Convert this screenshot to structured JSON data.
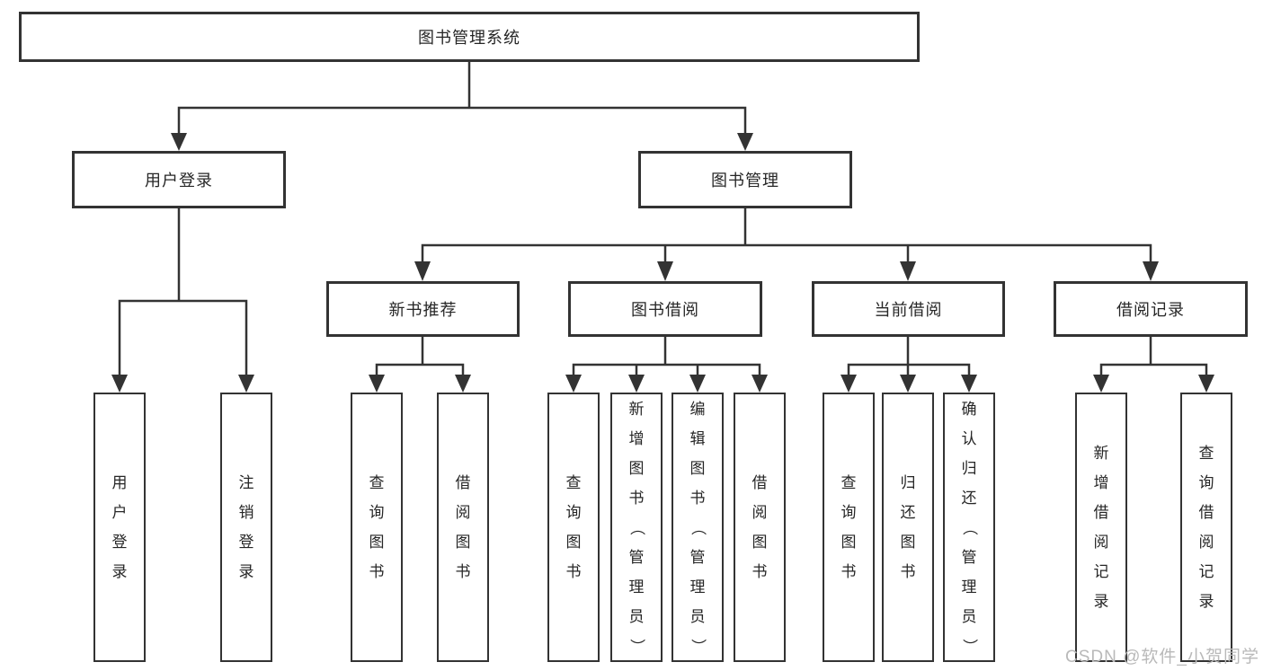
{
  "diagram": {
    "title": "图书管理系统",
    "type": "tree",
    "root": {
      "label": "图书管理系统"
    },
    "level2": [
      {
        "label": "用户登录"
      },
      {
        "label": "图书管理"
      }
    ],
    "level3": [
      {
        "label": "新书推荐",
        "parent": "图书管理"
      },
      {
        "label": "图书借阅",
        "parent": "图书管理"
      },
      {
        "label": "当前借阅",
        "parent": "图书管理"
      },
      {
        "label": "借阅记录",
        "parent": "图书管理"
      }
    ],
    "leaves": [
      {
        "label": "用户登录",
        "parent": "用户登录"
      },
      {
        "label": "注销登录",
        "parent": "用户登录"
      },
      {
        "label": "查询图书",
        "parent": "新书推荐"
      },
      {
        "label": "借阅图书",
        "parent": "新书推荐"
      },
      {
        "label": "查询图书",
        "parent": "图书借阅"
      },
      {
        "label": "新增图书（管理员）",
        "parent": "图书借阅"
      },
      {
        "label": "编辑图书（管理员）",
        "parent": "图书借阅"
      },
      {
        "label": "借阅图书",
        "parent": "图书借阅"
      },
      {
        "label": "查询图书",
        "parent": "当前借阅"
      },
      {
        "label": "归还图书",
        "parent": "当前借阅"
      },
      {
        "label": "确认归还（管理员）",
        "parent": "当前借阅"
      },
      {
        "label": "新增借阅记录",
        "parent": "借阅记录"
      },
      {
        "label": "查询借阅记录",
        "parent": "借阅记录"
      }
    ],
    "watermark": "CSDN @软件_小贺同学",
    "colors": {
      "line": "#333333",
      "box_border": "#333333",
      "box_fill": "#ffffff",
      "text": "#262626",
      "watermark": "#b9b9b9",
      "background": "#ffffff"
    }
  }
}
